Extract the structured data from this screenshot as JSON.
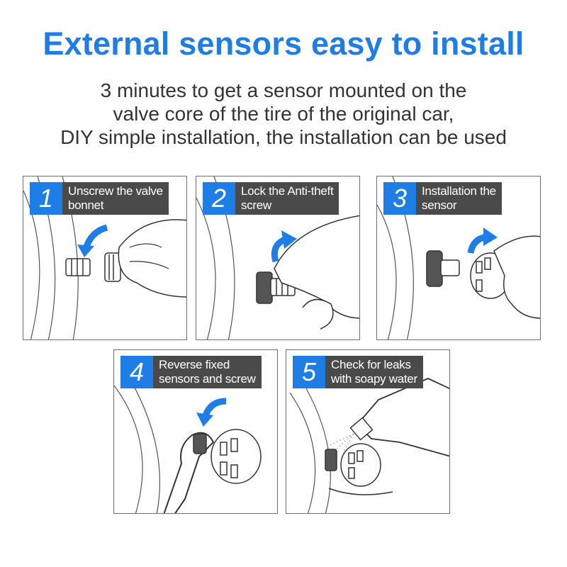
{
  "header": {
    "title": "External sensors easy to install",
    "subtitle_lines": [
      "3 minutes to get a sensor mounted on the",
      "valve core of the tire of the original car,",
      "DIY simple installation, the installation can be used"
    ]
  },
  "steps": [
    {
      "number": "1",
      "label_line1": "Unscrew the valve",
      "label_line2": "bonnet"
    },
    {
      "number": "2",
      "label_line1": "Lock the Anti-theft",
      "label_line2": "screw"
    },
    {
      "number": "3",
      "label_line1": "Installation the",
      "label_line2": "sensor"
    },
    {
      "number": "4",
      "label_line1": "Reverse fixed",
      "label_line2": "sensors and screw"
    },
    {
      "number": "5",
      "label_line1": "Check for leaks",
      "label_line2": "with soapy water"
    }
  ],
  "colors": {
    "accent": "#1e7ee6",
    "label_bg": "#4a4a4a",
    "text": "#333333"
  },
  "icons": [
    "curved-arrow-icon",
    "valve-stem-icon",
    "sensor-cap-icon",
    "hand-icon",
    "wrench-icon",
    "spray-bottle-icon"
  ]
}
